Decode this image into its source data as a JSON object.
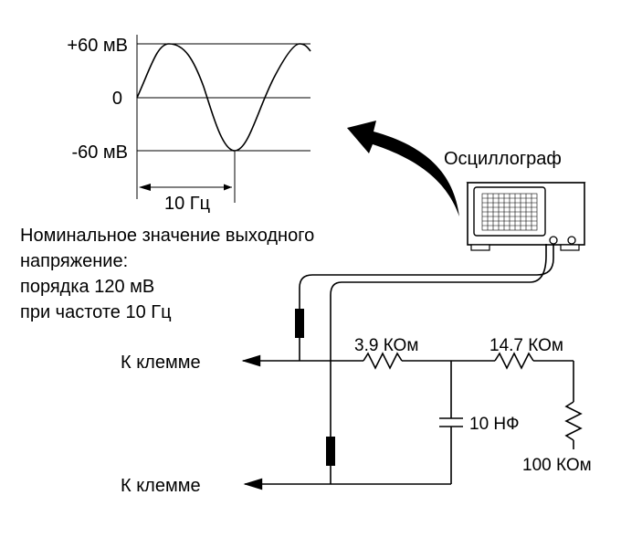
{
  "waveform": {
    "label_plus": "+60 мВ",
    "label_zero": "0",
    "label_minus": "-60 мВ",
    "period_label": "10 Гц"
  },
  "oscilloscope": {
    "title": "Осциллограф"
  },
  "note": {
    "line1": "Номинальное значение выходного",
    "line2": "напряжение:",
    "line3": "порядка 120 мВ",
    "line4": "при  частоте 10 Гц"
  },
  "circuit": {
    "terminal_top": "К клемме",
    "terminal_bottom": "К клемме",
    "r1": "3.9 КОм",
    "r2": "14.7 КОм",
    "capacitor": "10 НФ",
    "r3": "100 КОм"
  },
  "colors": {
    "ink": "#000000",
    "paper": "#ffffff"
  }
}
